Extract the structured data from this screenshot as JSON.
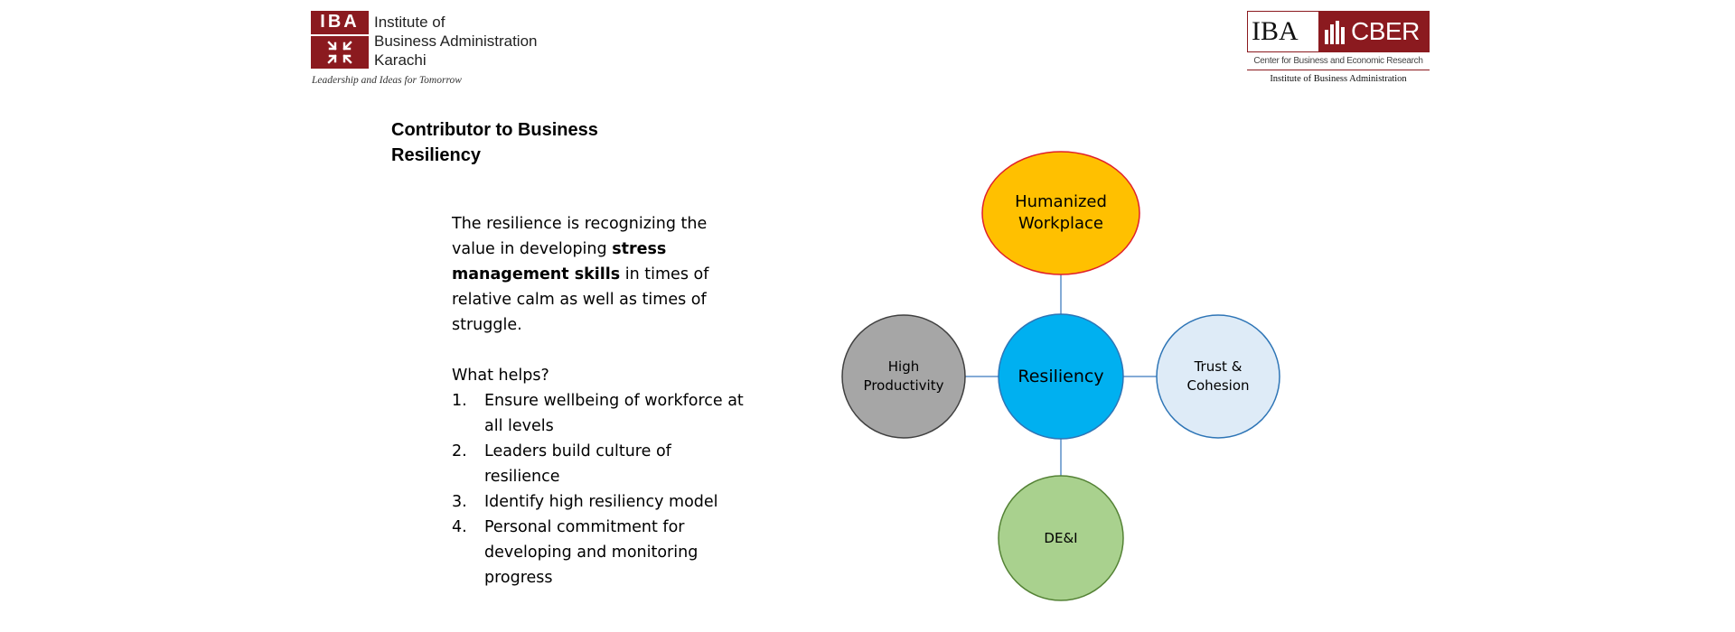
{
  "logos": {
    "iba": {
      "abbr": "IBA",
      "name_lines": [
        "Institute of",
        "Business Administration",
        "Karachi"
      ],
      "tagline": "Leadership and Ideas for Tomorrow",
      "brand_color": "#8b1a1f"
    },
    "cber": {
      "abbr": "IBA",
      "name": "CBER",
      "subtitle": "Center for Business and Economic Research",
      "institute": "Institute of Business Administration",
      "brand_color": "#8b1a1f"
    }
  },
  "heading": "Contributor to Business Resiliency",
  "intro": {
    "before": "The resilience is recognizing the value in developing ",
    "bold": "stress management skills",
    "after": " in times of relative calm as well as times of struggle."
  },
  "helps_label": "What helps?",
  "helps_items": [
    {
      "num": "1.",
      "text": "Ensure wellbeing of workforce at all levels"
    },
    {
      "num": "2.",
      "text": "Leaders build culture of resilience"
    },
    {
      "num": "3.",
      "text": "Identify high resiliency model"
    },
    {
      "num": "4.",
      "text": "Personal commitment for developing and monitoring progress"
    }
  ],
  "diagram": {
    "center": {
      "label": "Resiliency",
      "fill": "#00b0f0",
      "stroke": "#2e75b6"
    },
    "top": {
      "label_lines": [
        "Humanized",
        "Workplace"
      ],
      "fill": "#ffc000",
      "stroke": "#e0202a"
    },
    "left": {
      "label_lines": [
        "High",
        "Productivity"
      ],
      "fill": "#a6a6a6",
      "stroke": "#404040"
    },
    "right": {
      "label_lines": [
        "Trust &",
        "Cohesion"
      ],
      "fill": "#deebf7",
      "stroke": "#2e75b6"
    },
    "bottom": {
      "label": "DE&I",
      "fill": "#a9d18e",
      "stroke": "#548235"
    },
    "connector_color": "#5b8fc9"
  }
}
